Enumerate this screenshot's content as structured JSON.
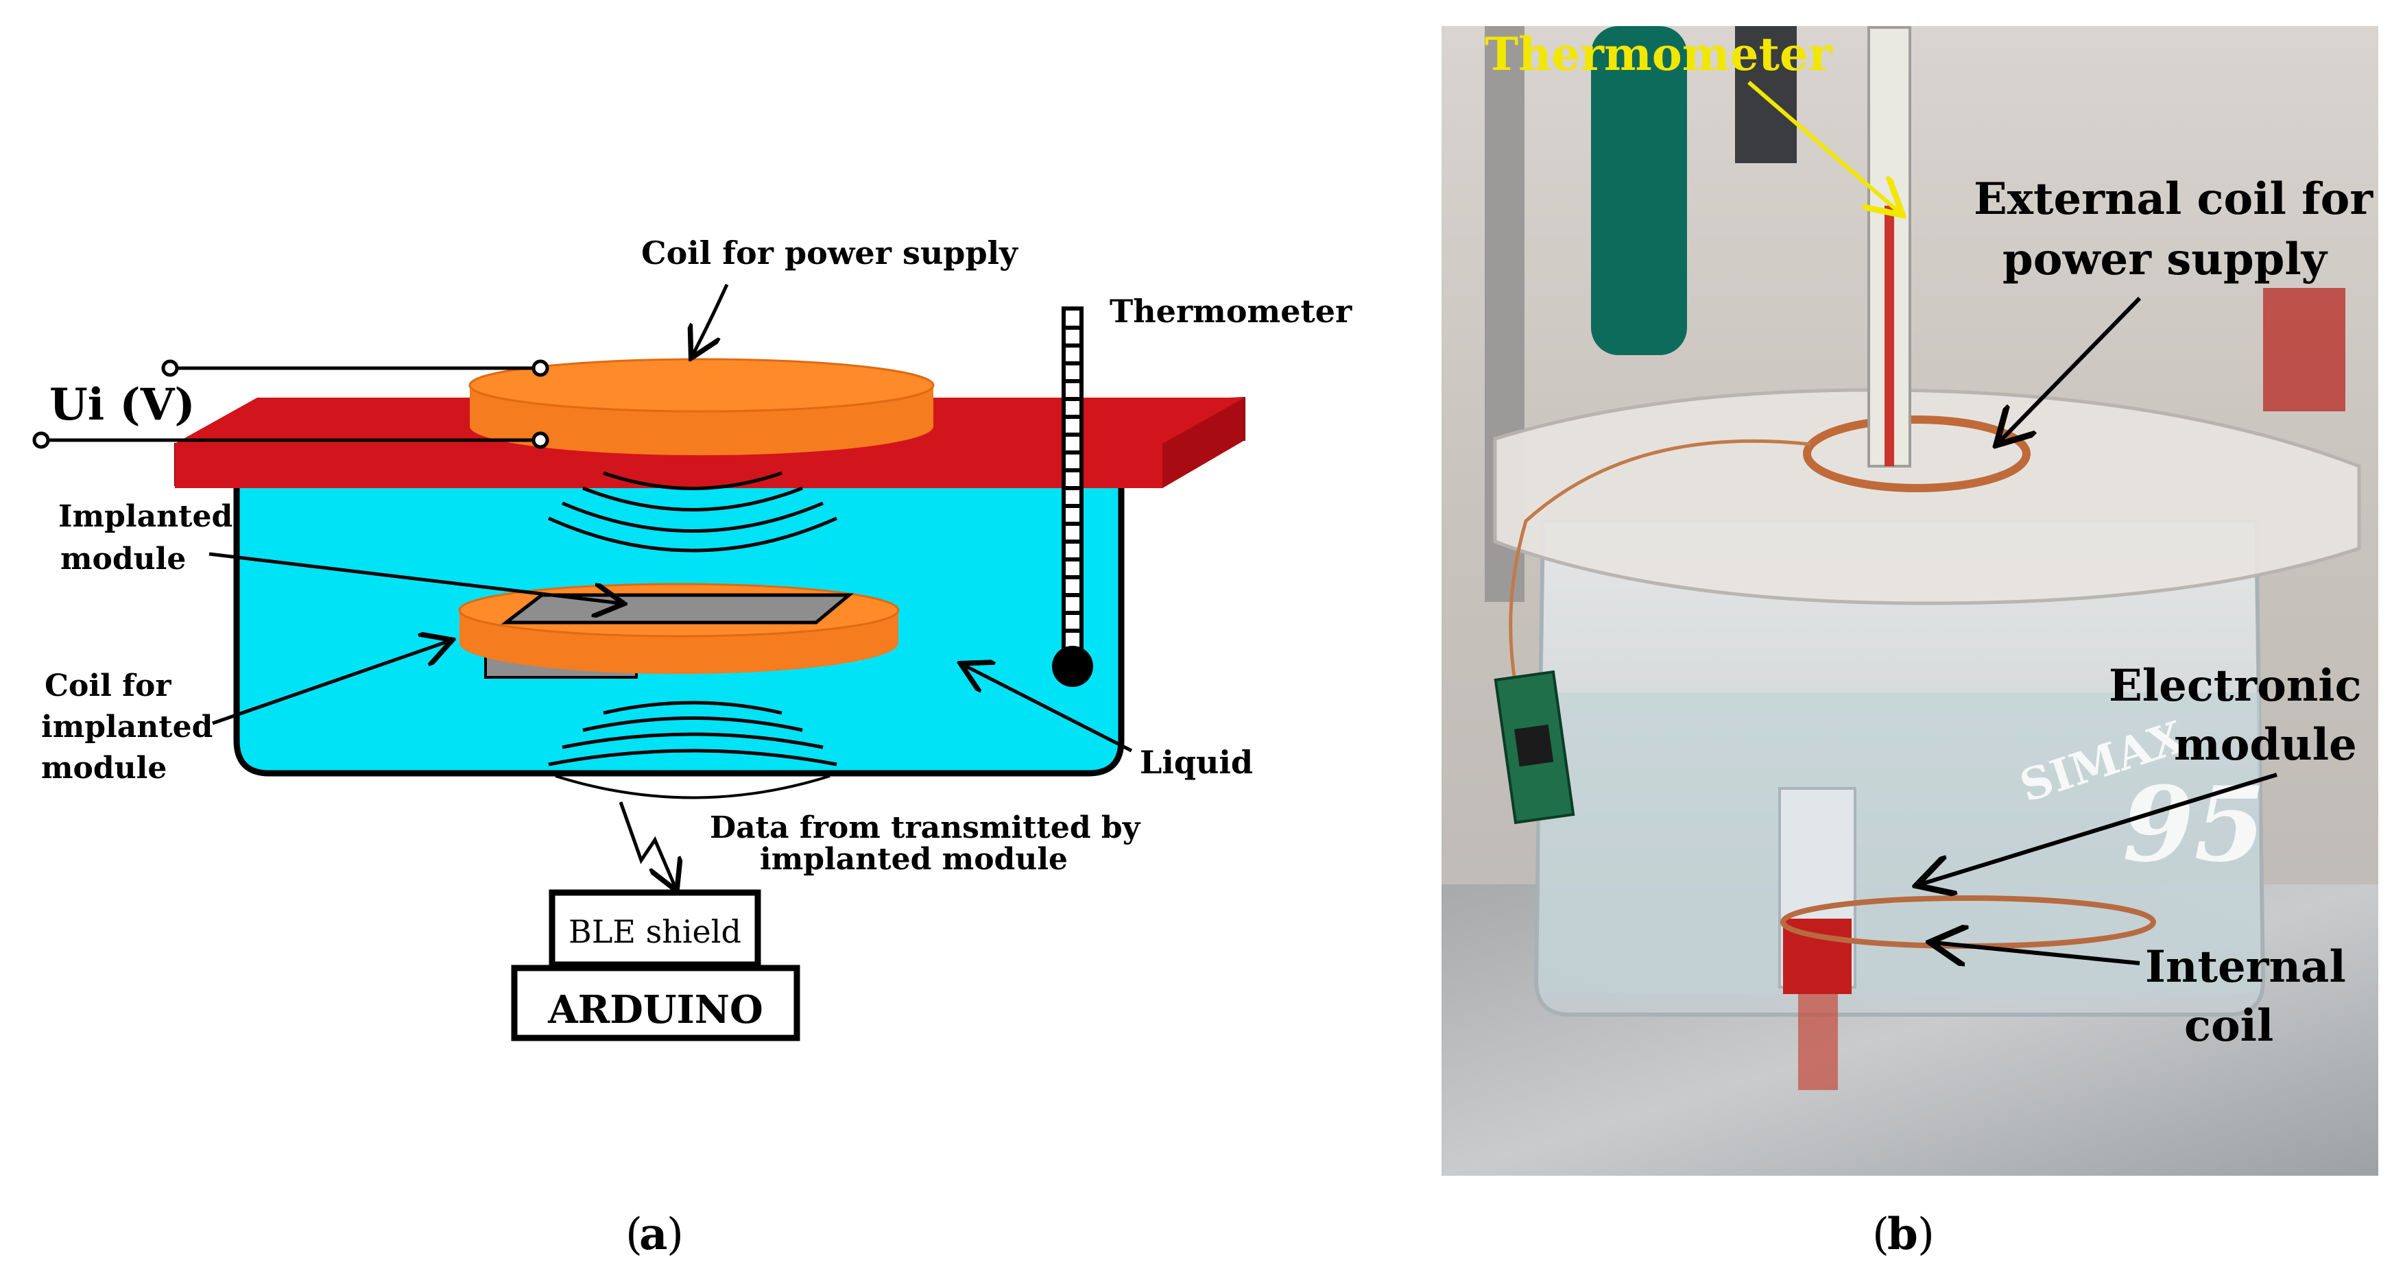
{
  "panel_a": {
    "caption_letter": "a",
    "labels": {
      "coil_power": "Coil for power supply",
      "thermometer": "Thermometer",
      "ui": "Ui (V)",
      "implanted_line1": "Implanted",
      "implanted_line2": "module",
      "coil_impl_line1": "Coil for",
      "coil_impl_line2": "implanted",
      "coil_impl_line3": "module",
      "liquid": "Liquid",
      "data_line1": "Data from transmitted by",
      "data_line2": "implanted module",
      "ble": "BLE shield",
      "arduino": "ARDUINO"
    }
  },
  "panel_b": {
    "caption_letter": "b",
    "labels": {
      "thermometer": "Thermometer",
      "ext_coil_line1": "External coil for",
      "ext_coil_line2": "power supply",
      "electronic_line1": "Electronic",
      "electronic_line2": "module",
      "internal_line1": "Internal",
      "internal_line2": "coil"
    },
    "photo_text": {
      "beaker_brand": "SIMAX",
      "beaker_number": "95"
    }
  },
  "colors": {
    "plate_red": "#d2141c",
    "coil_orange": "#f57c1f",
    "liquid_cyan": "#00e2f5",
    "module_gray": "#8e8e8e",
    "label_yellow": "#f2e700",
    "photo_bg": "#c8c1bc"
  }
}
